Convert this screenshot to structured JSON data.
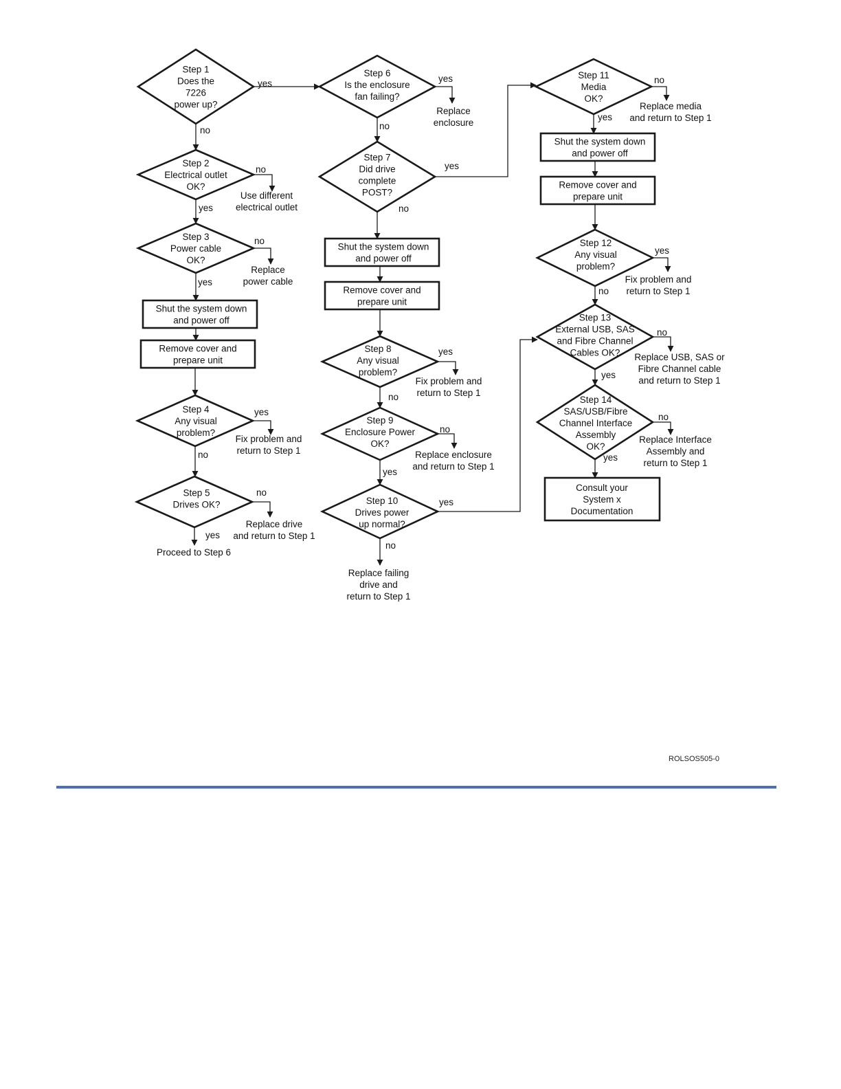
{
  "figure_id": "ROLSOS505-0",
  "colors": {
    "rule": "#4b6fba",
    "ink": "#1a1a1a"
  },
  "nodes": {
    "step1": [
      "Step 1",
      "Does the",
      "7226",
      "power up?"
    ],
    "step2": [
      "Step 2",
      "Electrical outlet",
      "OK?"
    ],
    "step3": [
      "Step 3",
      "Power cable",
      "OK?"
    ],
    "shutdown_a": [
      "Shut the system down",
      "and power off"
    ],
    "remove_a": [
      "Remove cover and",
      "prepare unit"
    ],
    "step4": [
      "Step 4",
      "Any visual",
      "problem?"
    ],
    "step5": [
      "Step 5",
      "Drives OK?"
    ],
    "step6": [
      "Step 6",
      "Is the enclosure",
      "fan failing?"
    ],
    "step7": [
      "Step 7",
      "Did drive",
      "complete",
      "POST?"
    ],
    "shutdown_b": [
      "Shut the system down",
      "and power off"
    ],
    "remove_b": [
      "Remove cover and",
      "prepare unit"
    ],
    "step8": [
      "Step 8",
      "Any visual",
      "problem?"
    ],
    "step9": [
      "Step 9",
      "Enclosure Power",
      "OK?"
    ],
    "step10": [
      "Step 10",
      "Drives power",
      "up normal?"
    ],
    "step11": [
      "Step 11",
      "Media",
      "OK?"
    ],
    "shutdown_c": [
      "Shut the system down",
      "and power off"
    ],
    "remove_c": [
      "Remove cover and",
      "prepare unit"
    ],
    "step12": [
      "Step 12",
      "Any visual",
      "problem?"
    ],
    "step13": [
      "Step 13",
      "External USB, SAS",
      "and Fibre Channel",
      "Cables OK?"
    ],
    "step14": [
      "Step 14",
      "SAS/USB/Fibre",
      "Channel Interface",
      "Assembly",
      "OK?"
    ],
    "consult": [
      "Consult your",
      "System x",
      "Documentation"
    ]
  },
  "outcomes": {
    "o2": [
      "Use different",
      "electrical outlet"
    ],
    "o3": [
      "Replace",
      "power cable"
    ],
    "o4": [
      "Fix problem and",
      "return to Step 1"
    ],
    "o5": [
      "Replace drive",
      "and return to Step 1"
    ],
    "o5b": [
      "Proceed to Step 6"
    ],
    "o6": [
      "Replace",
      "enclosure"
    ],
    "o8": [
      "Fix problem and",
      "return to Step 1"
    ],
    "o9": [
      "Replace enclosure",
      "and return to Step 1"
    ],
    "o10": [
      "Replace failing",
      "drive and",
      "return to Step 1"
    ],
    "o11": [
      "Replace media",
      "and return to Step 1"
    ],
    "o12": [
      "Fix problem and",
      "return to Step 1"
    ],
    "o13": [
      "Replace USB, SAS or",
      "Fibre Channel cable",
      "and return to Step 1"
    ],
    "o14": [
      "Replace Interface",
      "Assembly and",
      "return to Step 1"
    ]
  },
  "labels": {
    "l1y": "yes",
    "l1n": "no",
    "l2n": "no",
    "l2y": "yes",
    "l3n": "no",
    "l3y": "yes",
    "l4y": "yes",
    "l4n": "no",
    "l5n": "no",
    "l5y": "yes",
    "l6y": "yes",
    "l6n": "no",
    "l7y": "yes",
    "l7n": "no",
    "l8y": "yes",
    "l8n": "no",
    "l9n": "no",
    "l9y": "yes",
    "l10y": "yes",
    "l10n": "no",
    "l11n": "no",
    "l11y": "yes",
    "l12y": "yes",
    "l12n": "no",
    "l13n": "no",
    "l13y": "yes",
    "l14n": "no",
    "l14y": "yes"
  }
}
